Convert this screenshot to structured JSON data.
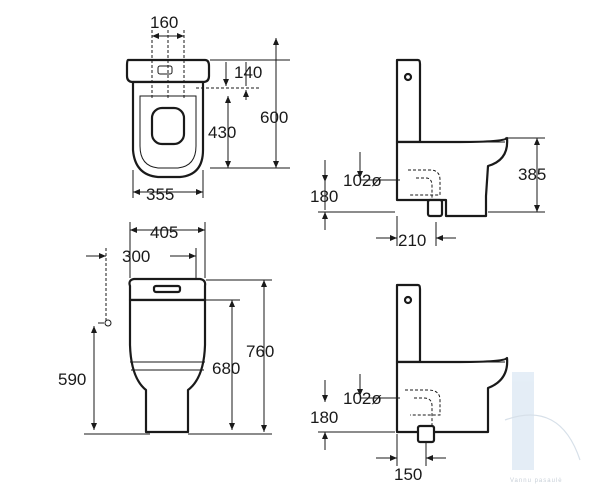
{
  "top_view": {
    "width_label": "160",
    "depth_label": "140",
    "seat_label": "430",
    "height_label": "600",
    "bottom_label": "355"
  },
  "side_view_top": {
    "pipe_label": "102ø",
    "outlet_height_label": "180",
    "height_label": "385",
    "offset_label": "210"
  },
  "front_view": {
    "width_label": "405",
    "inner_label": "300",
    "left_height_label": "590",
    "mid_height_label": "680",
    "total_height_label": "760"
  },
  "side_view_bottom": {
    "pipe_label": "102ø",
    "outlet_height_label": "180",
    "offset_label": "150"
  },
  "watermark": {
    "text": "Vannu pasaulė"
  }
}
